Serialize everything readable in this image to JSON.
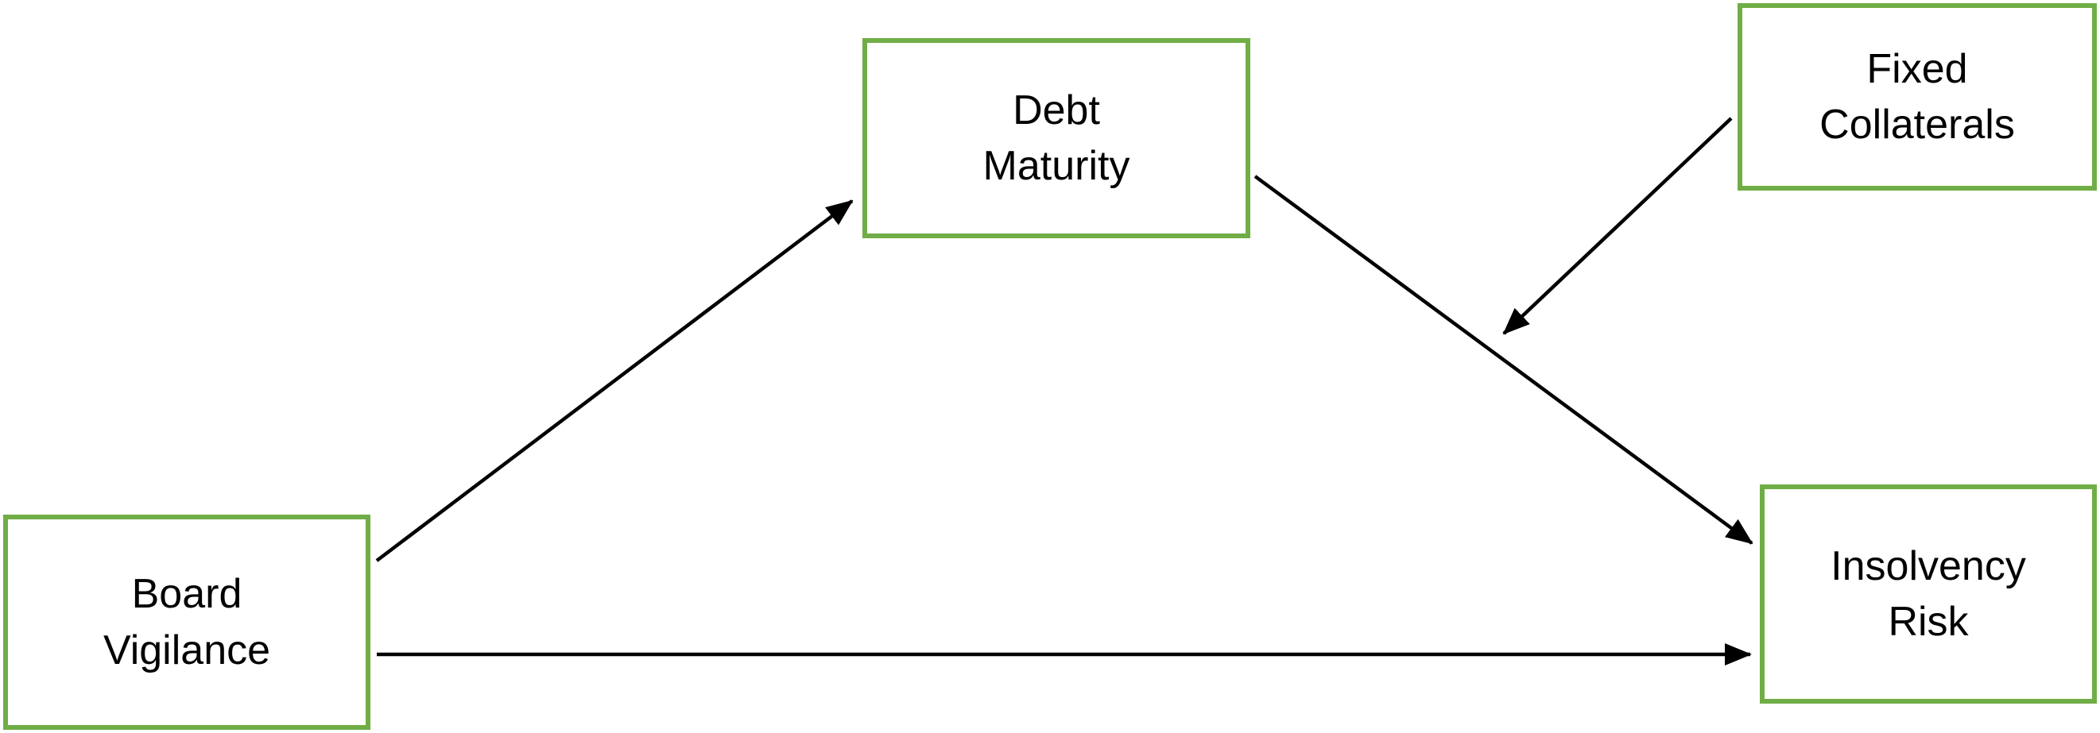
{
  "diagram": {
    "type": "path-model",
    "colors": {
      "node_border": "#70AD47",
      "node_fill": "#ffffff",
      "edge": "#000000",
      "text": "#000000"
    },
    "nodes": {
      "board_vigilance": {
        "line1": "Board",
        "line2": "Vigilance"
      },
      "debt_maturity": {
        "line1": "Debt",
        "line2": "Maturity"
      },
      "fixed_collaterals": {
        "line1": "Fixed",
        "line2": "Collaterals"
      },
      "insolvency_risk": {
        "line1": "Insolvency",
        "line2": "Risk"
      }
    },
    "edges": [
      {
        "from": "board_vigilance",
        "to": "debt_maturity",
        "style": "solid-arrow"
      },
      {
        "from": "board_vigilance",
        "to": "insolvency_risk",
        "style": "solid-arrow"
      },
      {
        "from": "debt_maturity",
        "to": "insolvency_risk",
        "style": "solid-arrow"
      },
      {
        "from": "fixed_collaterals",
        "to": "edge:debt_maturity-insolvency_risk",
        "style": "solid-arrow",
        "role": "moderator"
      }
    ]
  }
}
